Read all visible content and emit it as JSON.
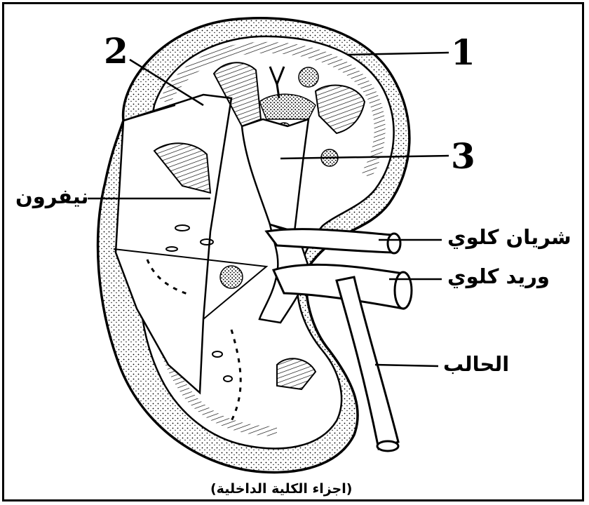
{
  "labels": {
    "n1": "1",
    "n2": "2",
    "n3": "3",
    "nephron": "نيفرون",
    "renal_artery": "شريان كلوي",
    "renal_vein": "وريد كلوي",
    "ureter": "الحالب"
  },
  "caption": "(اجزاء الكلية الداخلية)",
  "colors": {
    "ink": "#000000",
    "paper": "#ffffff"
  }
}
